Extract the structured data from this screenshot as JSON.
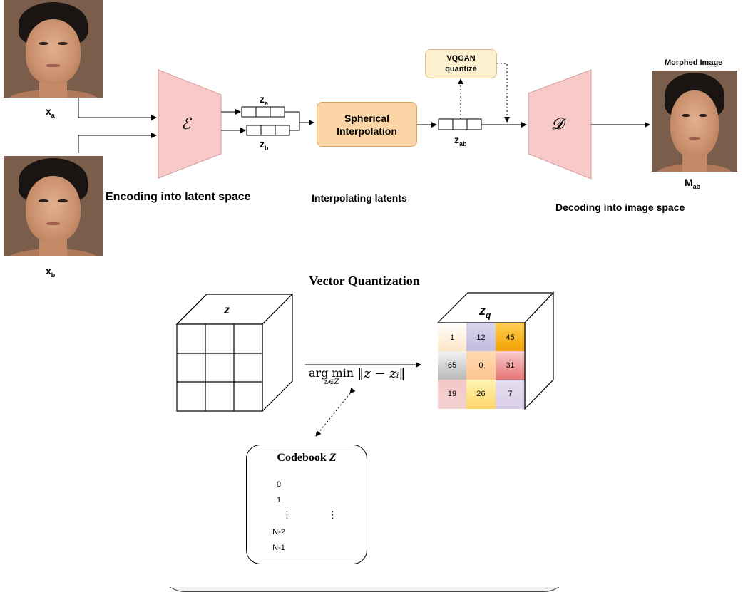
{
  "images": {
    "xa": {
      "label": "x",
      "sub": "a"
    },
    "xb": {
      "label": "x",
      "sub": "b"
    },
    "morphed": {
      "title": "Morphed Image",
      "label": "M",
      "sub": "ab"
    }
  },
  "encoder": {
    "symbol": "ℰ",
    "caption": "Encoding into latent space"
  },
  "latents": {
    "za": {
      "label": "z",
      "sub": "a"
    },
    "zb": {
      "label": "z",
      "sub": "b"
    },
    "zab": {
      "label": "z",
      "sub": "ab"
    }
  },
  "slerp": {
    "line1": "Spherical",
    "line2": "Interpolation",
    "caption": "Interpolating latents"
  },
  "vqgan": {
    "line1": "VQGAN",
    "line2": "quantize"
  },
  "decoder": {
    "symbol": "𝓓",
    "caption": "Decoding into image space"
  },
  "vq": {
    "title": "Vector Quantization",
    "z_label": "z",
    "zq_label": "z",
    "zq_sub": "q",
    "argmin": "arg min",
    "argmin_sub": "zᵢ∈Z",
    "norm": "‖z − zᵢ‖",
    "grid_values": [
      "1",
      "12",
      "45",
      "65",
      "0",
      "31",
      "19",
      "26",
      "7"
    ],
    "codebook": {
      "title": "Codebook",
      "title_symbol": "Z",
      "rows": [
        "0",
        "1",
        "N-2",
        "N-1"
      ],
      "ellipsis": "⋮"
    }
  },
  "colors": {
    "trapezoid": "#f7c9c9",
    "slerp_fill": "#fbd5a6",
    "vqgan_fill": "#fdf0cf",
    "codebook_colors": [
      "#fbc89c",
      "#ffff88",
      "#cfe3f7",
      "#e0d3ea"
    ]
  }
}
